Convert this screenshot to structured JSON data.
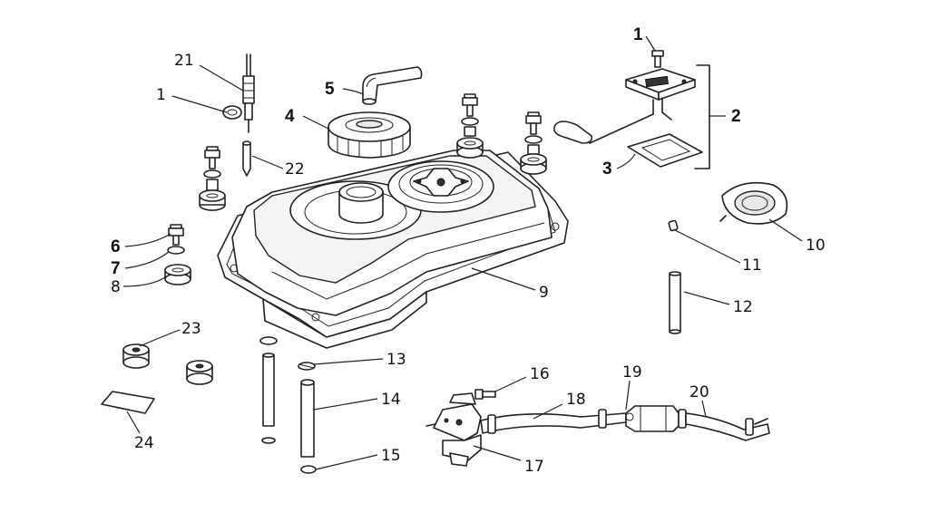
{
  "callouts": [
    {
      "id": "c21",
      "text": "21",
      "bold": false
    },
    {
      "id": "c1a",
      "text": "1",
      "bold": false
    },
    {
      "id": "c5",
      "text": "5",
      "bold": true
    },
    {
      "id": "c4",
      "text": "4",
      "bold": true
    },
    {
      "id": "c22",
      "text": "22",
      "bold": false
    },
    {
      "id": "c6",
      "text": "6",
      "bold": true
    },
    {
      "id": "c7",
      "text": "7",
      "bold": true
    },
    {
      "id": "c8",
      "text": "8",
      "bold": false
    },
    {
      "id": "c9",
      "text": "9",
      "bold": false
    },
    {
      "id": "c1b",
      "text": "1",
      "bold": true
    },
    {
      "id": "c2",
      "text": "2",
      "bold": true
    },
    {
      "id": "c3",
      "text": "3",
      "bold": true
    },
    {
      "id": "c10",
      "text": "10",
      "bold": false
    },
    {
      "id": "c11",
      "text": "11",
      "bold": false
    },
    {
      "id": "c12",
      "text": "12",
      "bold": false
    },
    {
      "id": "c23",
      "text": "23",
      "bold": false
    },
    {
      "id": "c13",
      "text": "13",
      "bold": false
    },
    {
      "id": "c14",
      "text": "14",
      "bold": false
    },
    {
      "id": "c15",
      "text": "15",
      "bold": false
    },
    {
      "id": "c24",
      "text": "24",
      "bold": false
    },
    {
      "id": "c16",
      "text": "16",
      "bold": false
    },
    {
      "id": "c18",
      "text": "18",
      "bold": false
    },
    {
      "id": "c19",
      "text": "19",
      "bold": false
    },
    {
      "id": "c20",
      "text": "20",
      "bold": false
    },
    {
      "id": "c17",
      "text": "17",
      "bold": false
    }
  ]
}
